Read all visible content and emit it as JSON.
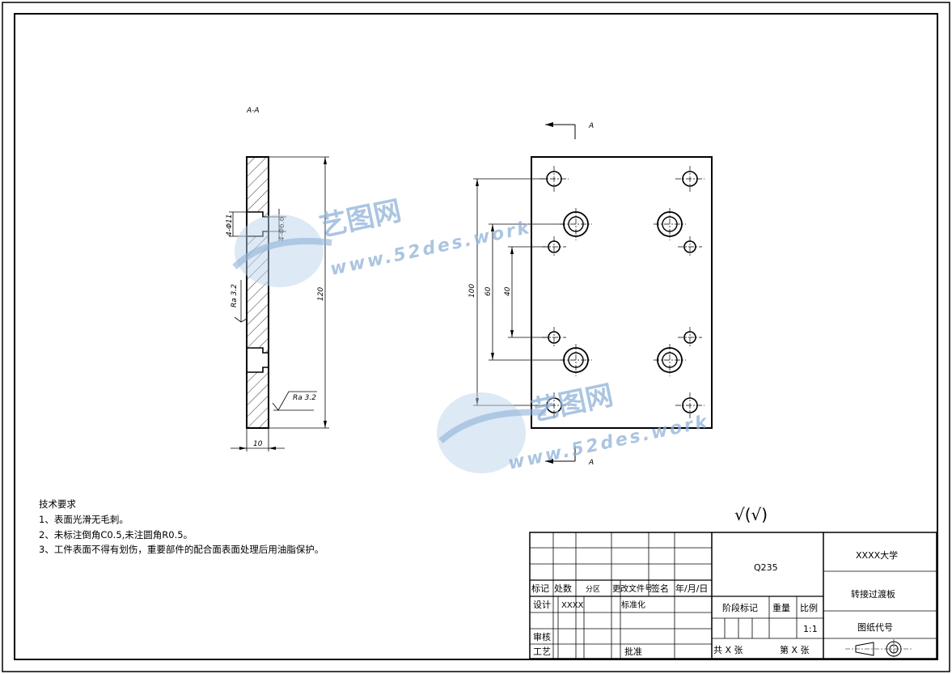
{
  "section_label": "A-A",
  "view_marker_top": "A",
  "view_marker_bottom": "A",
  "dimensions": {
    "d_11": "4-Φ11",
    "d_66": "4-Φ6.6",
    "h_120": "120",
    "ra_left": "Ra 3.2",
    "ra_right": "Ra 3.2",
    "w_10": "10",
    "v_100": "100",
    "v_60": "60",
    "v_40": "40"
  },
  "tech_requirements": {
    "title": "技术要求",
    "items": [
      "1、表面光滑无毛刺。",
      "2、未标注倒角C0.5,未注圆角R0.5。",
      "3、工件表面不得有划伤，重要部件的配合面表面处理后用油脂保护。"
    ]
  },
  "roughness_symbol": "√(√)",
  "watermark": {
    "name": "艺图网",
    "url": "www.52des.work"
  },
  "title_block": {
    "material": "Q235",
    "school": "XXXX大学",
    "part_name": "转接过渡板",
    "drawing_code": "图纸代号",
    "rev_headers": [
      "标记",
      "处数",
      "分区",
      "更改文件号",
      "签名",
      "年/月/日"
    ],
    "design_label": "设计",
    "designer": "XXXX",
    "standard_label": "标准化",
    "review_label": "审核",
    "process_label": "工艺",
    "approve_label": "批准",
    "stage_label": "阶段标记",
    "weight_label": "重量",
    "scale_label": "比例",
    "scale_value": "1:1",
    "total_sheets": "共 X 张",
    "sheet_no": "第 X 张"
  }
}
